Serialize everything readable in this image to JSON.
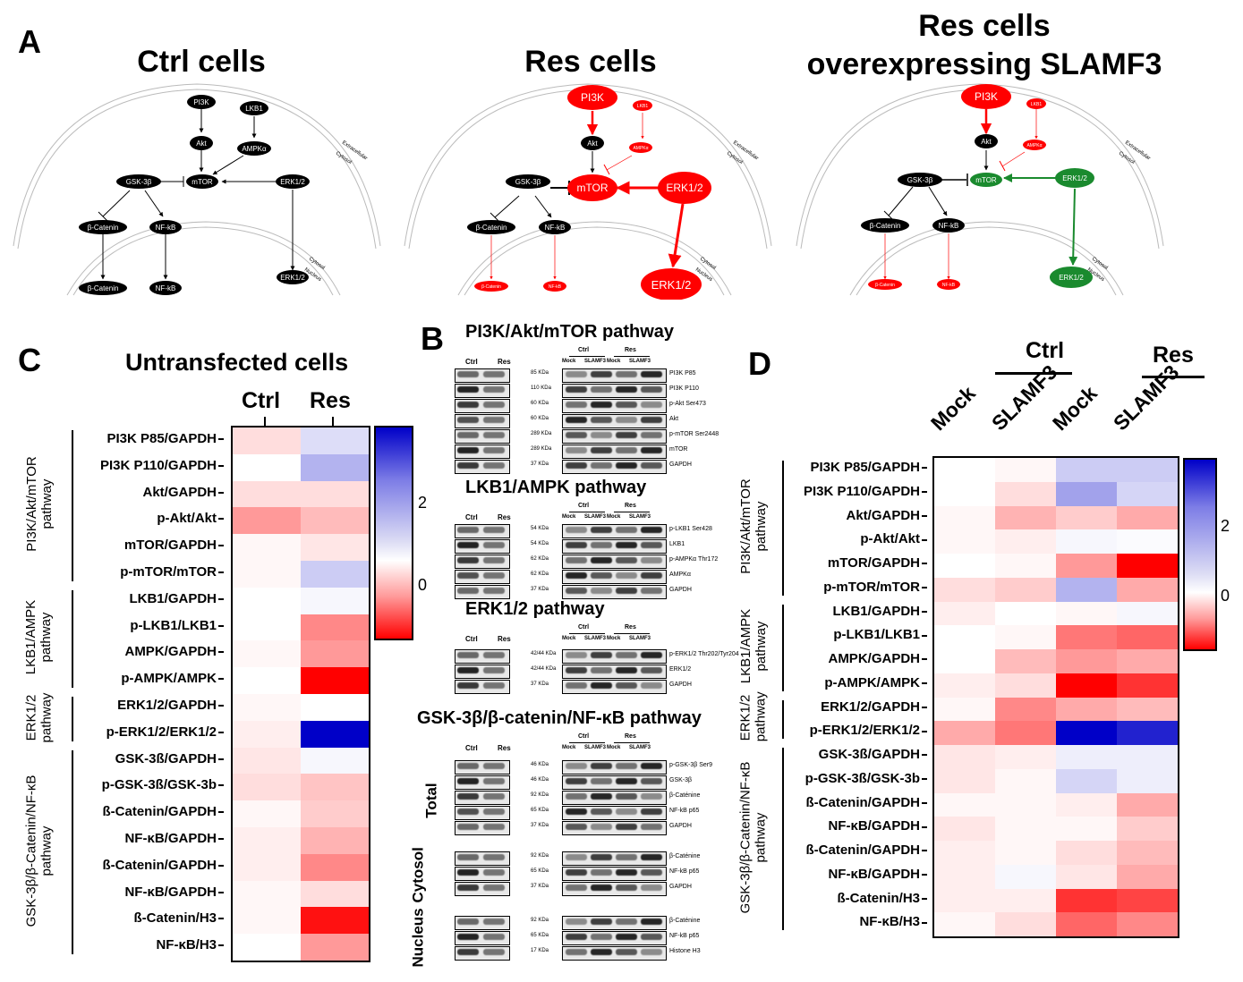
{
  "panelA": {
    "letter": "A",
    "titles": [
      "Ctrl cells",
      "Res cells",
      "Res cells\noverexpressing SLAMF3"
    ],
    "membrane_labels": {
      "extracellular": "Extracellular",
      "cytosol": "Cytosol",
      "nucleus": "Nucleus"
    },
    "nodes": [
      "PI3K",
      "LKB1",
      "Akt",
      "AMPKα",
      "GSK-3β",
      "mTOR",
      "ERK1/2",
      "β-Catenin",
      "NF-kB",
      "ERK1/2",
      "β-Catenin",
      "NF-kB"
    ],
    "colors": {
      "up": "#ff0000",
      "down": "#1a8a2e",
      "normal": "#000000"
    }
  },
  "panelB": {
    "letter": "B",
    "sections": [
      {
        "title": "PI3K/Akt/mTOR pathway",
        "groups": [
          "Ctrl",
          "Res"
        ],
        "lanes": [
          "Mock",
          "SLAMF3",
          "Mock",
          "SLAMF3"
        ],
        "left_lanes": [
          "Ctrl",
          "Res"
        ],
        "rows": [
          {
            "kda": "85 KDa",
            "label": "PI3K P85"
          },
          {
            "kda": "110 KDa",
            "label": "PI3K P110"
          },
          {
            "kda": "60 KDa",
            "label": "p-Akt Ser473"
          },
          {
            "kda": "60 KDa",
            "label": "Akt"
          },
          {
            "kda": "289 KDa",
            "label": "p-mTOR Ser2448"
          },
          {
            "kda": "289 KDa",
            "label": "mTOR"
          },
          {
            "kda": "37 KDa",
            "label": "GAPDH"
          }
        ]
      },
      {
        "title": "LKB1/AMPK pathway",
        "groups": [
          "Ctrl",
          "Res"
        ],
        "lanes": [
          "Mock",
          "SLAMF3",
          "Mock",
          "SLAMF3"
        ],
        "left_lanes": [
          "Ctrl",
          "Res"
        ],
        "rows": [
          {
            "kda": "54 KDa",
            "label": "p-LKB1 Ser428"
          },
          {
            "kda": "54 KDa",
            "label": "LKB1"
          },
          {
            "kda": "62 KDa",
            "label": "p-AMPKα Thr172"
          },
          {
            "kda": "62 KDa",
            "label": "AMPKα"
          },
          {
            "kda": "37 KDa",
            "label": "GAPDH"
          }
        ]
      },
      {
        "title": "ERK1/2 pathway",
        "groups": [
          "Ctrl",
          "Res"
        ],
        "lanes": [
          "Mock",
          "SLAMF3",
          "Mock",
          "SLAMF3"
        ],
        "left_lanes": [
          "Ctrl",
          "Res"
        ],
        "rows": [
          {
            "kda": "42/44 KDa",
            "label": "p-ERK1/2 Thr202/Tyr204"
          },
          {
            "kda": "42/44 KDa",
            "label": "ERK1/2"
          },
          {
            "kda": "37 KDa",
            "label": "GAPDH"
          }
        ]
      },
      {
        "title": "GSK-3β/β-catenin/NF-κB pathway",
        "groups": [
          "Ctrl",
          "Res"
        ],
        "lanes": [
          "Mock",
          "SLAMF3",
          "Mock",
          "SLAMF3"
        ],
        "left_lanes": [
          "Ctrl",
          "Res"
        ],
        "fractions": [
          "Total",
          "Cytosol",
          "Nucleus"
        ],
        "rows_total": [
          {
            "kda": "46 KDa",
            "label": "p-GSK-3β Ser9"
          },
          {
            "kda": "46 KDa",
            "label": "GSK-3β"
          },
          {
            "kda": "92 KDa",
            "label": "β-Caténine"
          },
          {
            "kda": "65 KDa",
            "label": "NF-kB p65"
          },
          {
            "kda": "37 KDa",
            "label": "GAPDH"
          }
        ],
        "rows_cytosol": [
          {
            "kda": "92 KDa",
            "label": "β-Caténine"
          },
          {
            "kda": "65 KDa",
            "label": "NF-kB p65"
          },
          {
            "kda": "37 KDa",
            "label": "GAPDH"
          }
        ],
        "rows_nucleus": [
          {
            "kda": "92 KDa",
            "label": "β-Caténine"
          },
          {
            "kda": "65 KDa",
            "label": "NF-kB p65"
          },
          {
            "kda": "17 KDa",
            "label": "Histone H3"
          }
        ]
      }
    ]
  },
  "panelC": {
    "letter": "C",
    "title": "Untransfected cells",
    "columns": [
      "Ctrl",
      "Res"
    ],
    "legend_ticks": [
      "2",
      "0"
    ],
    "groups": [
      {
        "label": "PI3K/Akt/mTOR\npathway",
        "rows": 6
      },
      {
        "label": "LKB1/AMPK\npathway",
        "rows": 4
      },
      {
        "label": "ERK1/2\npathway",
        "rows": 2
      },
      {
        "label": "GSK-3β/β-Catenin/NF-κB\npathway",
        "rows": 8
      }
    ],
    "rows": [
      "PI3K P85/GAPDH",
      "PI3K P110/GAPDH",
      "Akt/GAPDH",
      "p-Akt/Akt",
      "mTOR/GAPDH",
      "p-mTOR/mTOR",
      "LKB1/GAPDH",
      "p-LKB1/LKB1",
      "AMPK/GAPDH",
      "p-AMPK/AMPK",
      "ERK1/2/GAPDH",
      "p-ERK1/2/ERK1/2",
      "GSK-3ß/GAPDH",
      "p-GSK-3ß/GSK-3b",
      "ß-Catenin/GAPDH",
      "NF-κB/GAPDH",
      "ß-Catenin/GAPDH",
      "NF-κB/GAPDH",
      "ß-Catenin/H3",
      "NF-κB/H3"
    ]
  },
  "panelD": {
    "letter": "D",
    "groups_top": [
      "Ctrl",
      "Res"
    ],
    "columns": [
      "Mock",
      "SLAMF3",
      "Mock",
      "SLAMF3"
    ],
    "legend_ticks": [
      "2",
      "0"
    ],
    "groups": [
      {
        "label": "PI3K/Akt/mTOR\npathway",
        "rows": 6
      },
      {
        "label": "LKB1/AMPK\npathway",
        "rows": 4
      },
      {
        "label": "ERK1/2\npathway",
        "rows": 2
      },
      {
        "label": "GSK-3β/β-Catenin/NF-κB\npathway",
        "rows": 8
      }
    ],
    "rows": [
      "PI3K P85/GAPDH",
      "PI3K P110/GAPDH",
      "Akt/GAPDH",
      "p-Akt/Akt",
      "mTOR/GAPDH",
      "p-mTOR/mTOR",
      "LKB1/GAPDH",
      "p-LKB1/LKB1",
      "AMPK/GAPDH",
      "p-AMPK/AMPK",
      "ERK1/2/GAPDH",
      "p-ERK1/2/ERK1/2",
      "GSK-3ß/GAPDH",
      "p-GSK-3ß/GSK-3b",
      "ß-Catenin/GAPDH",
      "NF-κB/GAPDH",
      "ß-Catenin/GAPDH",
      "NF-κB/GAPDH",
      "ß-Catenin/H3",
      "NF-κB/H3"
    ]
  },
  "heatmap_values": {
    "scale": [
      -1.5,
      3
    ],
    "C": [
      [
        -0.2,
        0.4
      ],
      [
        0.0,
        0.9
      ],
      [
        -0.2,
        -0.2
      ],
      [
        -0.6,
        -0.4
      ],
      [
        -0.05,
        -0.15
      ],
      [
        -0.05,
        0.6
      ],
      [
        0,
        0.1
      ],
      [
        0,
        -0.7
      ],
      [
        -0.05,
        -0.6
      ],
      [
        0,
        -1.5
      ],
      [
        -0.05,
        0.0
      ],
      [
        -0.1,
        3.0
      ],
      [
        -0.15,
        0.1
      ],
      [
        -0.2,
        -0.35
      ],
      [
        -0.05,
        -0.3
      ],
      [
        -0.1,
        -0.45
      ],
      [
        -0.1,
        -0.7
      ],
      [
        -0.05,
        -0.2
      ],
      [
        -0.05,
        -1.4
      ],
      [
        0,
        -0.6
      ]
    ],
    "D": [
      [
        0,
        -0.05,
        0.6,
        0.6
      ],
      [
        0,
        -0.2,
        1.1,
        0.5
      ],
      [
        -0.05,
        -0.45,
        -0.3,
        -0.5
      ],
      [
        -0.05,
        -0.1,
        0.1,
        0.05
      ],
      [
        0,
        -0.05,
        -0.6,
        -1.5
      ],
      [
        -0.2,
        -0.3,
        0.9,
        -0.5
      ],
      [
        -0.1,
        0,
        -0.05,
        0.1
      ],
      [
        0,
        -0.05,
        -0.8,
        -0.9
      ],
      [
        0,
        -0.4,
        -0.6,
        -0.5
      ],
      [
        -0.1,
        -0.2,
        -1.5,
        -1.2
      ],
      [
        -0.05,
        -0.7,
        -0.5,
        -0.4
      ],
      [
        -0.5,
        -0.8,
        3.0,
        2.6
      ],
      [
        -0.15,
        -0.1,
        0.2,
        0.2
      ],
      [
        -0.15,
        -0.05,
        0.5,
        0.2
      ],
      [
        -0.05,
        -0.05,
        -0.1,
        -0.5
      ],
      [
        -0.15,
        -0.05,
        -0.05,
        -0.3
      ],
      [
        -0.1,
        -0.05,
        -0.2,
        -0.4
      ],
      [
        -0.1,
        0.1,
        -0.15,
        -0.5
      ],
      [
        -0.1,
        -0.1,
        -1.2,
        -1.1
      ],
      [
        -0.05,
        -0.2,
        -0.9,
        -0.7
      ]
    ]
  }
}
